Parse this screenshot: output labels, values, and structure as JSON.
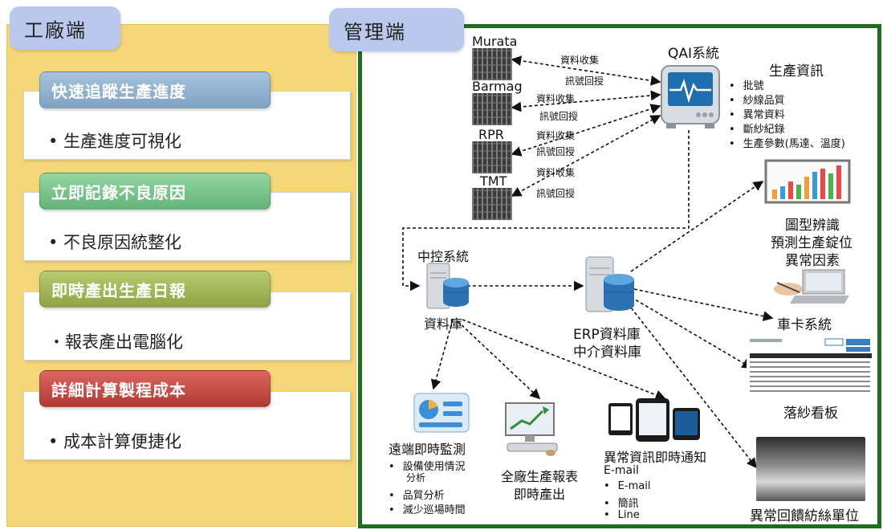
{
  "factory": {
    "tag": "工廠端",
    "cards": [
      {
        "head": "快速追蹤生產進度",
        "body": "• 生產進度可視化",
        "color": "#8fb1cf"
      },
      {
        "head": "立即記錄不良原因",
        "body": "• 不良原因統整化",
        "color": "#7cc58f"
      },
      {
        "head": "即時產出生產日報",
        "body": "・報表產出電腦化",
        "color": "#a6b95a"
      },
      {
        "head": "詳細計算製程成本",
        "body": "• 成本計算便捷化",
        "color": "#c9473f"
      }
    ]
  },
  "management": {
    "tag": "管理端",
    "machines": [
      "Murata",
      "Barmag",
      "RPR",
      "TMT"
    ],
    "collect": "資料收集",
    "feedback": "訊號回授",
    "qai": {
      "title": "QAI系統",
      "info_title": "生產資訊",
      "info_items": [
        "批號",
        "紗線品質",
        "異常資料",
        "斷紗紀錄",
        "生產參數(馬達、溫度)"
      ]
    },
    "central": {
      "title": "中控系統",
      "db": "資料庫"
    },
    "erp": {
      "line1": "ERP資料庫",
      "line2": "中介資料庫"
    },
    "pattern": {
      "line1": "圖型辨識",
      "line2": "預測生產錠位",
      "line3": "異常因素"
    },
    "card_system": "車卡系統",
    "board": "落紗看板",
    "feedback_unit": "異常回饋紡絲單位",
    "remote": {
      "title": "遠端即時監測",
      "items": [
        "設備使用情況",
        "分析",
        "品質分析",
        "減少巡場時間"
      ]
    },
    "report": {
      "line1": "全廠生產報表",
      "line2": "即時產出"
    },
    "notify": {
      "title": "異常資訊即時通知",
      "subtitle": "E-mail",
      "items": [
        "E-mail",
        "簡訊",
        "Line"
      ]
    }
  }
}
